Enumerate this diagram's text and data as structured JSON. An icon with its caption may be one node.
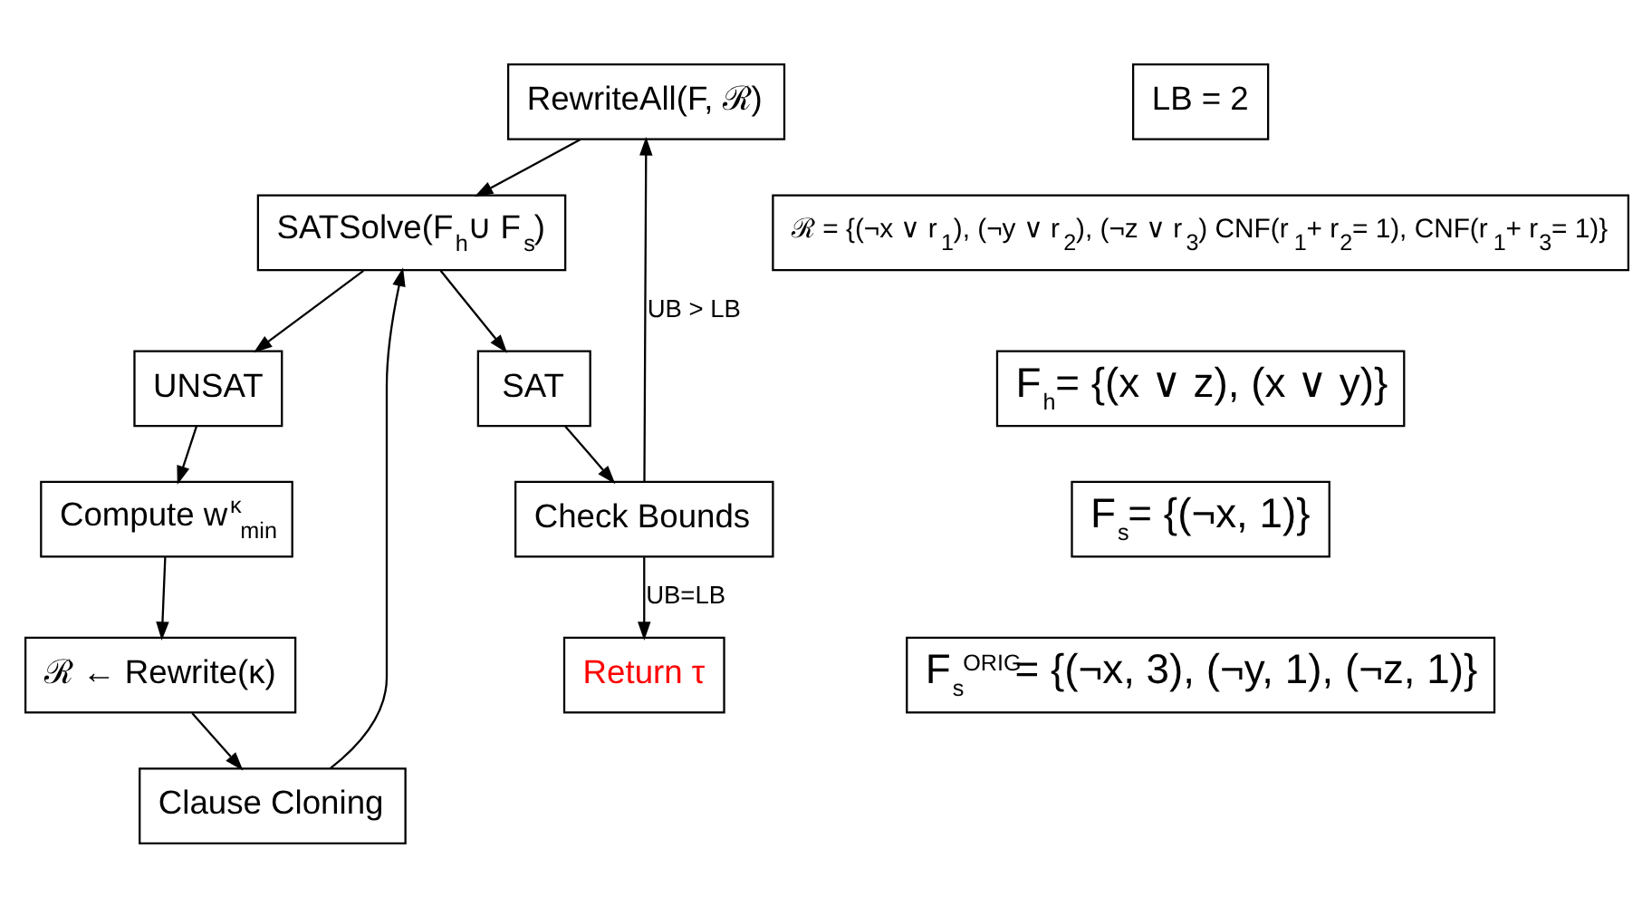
{
  "diagram": {
    "nodes": [
      {
        "text": [
          "RewriteAll(F, ℛ)"
        ]
      },
      {
        "text": [
          "SAT"
        ]
      },
      {
        "text": [
          "Check Bounds"
        ]
      },
      {
        "text": [
          "Return τ"
        ]
      },
      {
        "text": [
          "SATSolve(F$_{h}$∪ F$_{s}$)"
        ]
      },
      {
        "text": [
          "Clause Cloning"
        ]
      },
      {
        "text": [
          "UNSAT"
        ]
      },
      {
        "text": [
          "ℛ ← Rewrite(κ)"
        ]
      },
      {
        "text": [
          "Compute w$^{κ}$$_{min}$"
        ]
      },
      {
        "text": [
          "LB = 2"
        ]
      },
      {
        "text": [
          "ℛ = {(¬x ∨ r$_{1}$), (¬y ∨ r$_{2}$), (¬z ∨ r$_{3}$) CNF(r$_{1}$+ r$_{2}$= 1), CNF(r$_{1}$+ r$_{3}$= 1)}"
        ]
      },
      {
        "text": [
          "F$_{h}$= {(x ∨ z), (x ∨ y)}"
        ]
      },
      {
        "text": [
          "F$_{s}$= {(¬x, 1)}"
        ]
      },
      {
        "text": [
          "F$_{s}$$^{ORIG}$= {(¬x, 3), (¬y, 1), (¬z, 1)}"
        ]
      }
    ],
    "edges": [
      {
        "from": 2,
        "to": 0,
        "arrow": "to",
        "label": "UB > LB"
      },
      {
        "from": 0,
        "to": 4,
        "arrow": "to"
      },
      {
        "from": 4,
        "to": 1,
        "arrow": "to"
      },
      {
        "from": 1,
        "to": 2,
        "arrow": "to"
      },
      {
        "from": 2,
        "to": 3,
        "arrow": "to",
        "label": "UB=LB"
      },
      {
        "from": 4,
        "to": 6,
        "arrow": "to"
      },
      {
        "from": 6,
        "to": 8,
        "arrow": "to"
      },
      {
        "from": 8,
        "to": 7,
        "arrow": "to"
      },
      {
        "from": 7,
        "to": 5,
        "arrow": "to"
      },
      {
        "from": 5,
        "to": 4,
        "arrow": "to"
      }
    ]
  }
}
